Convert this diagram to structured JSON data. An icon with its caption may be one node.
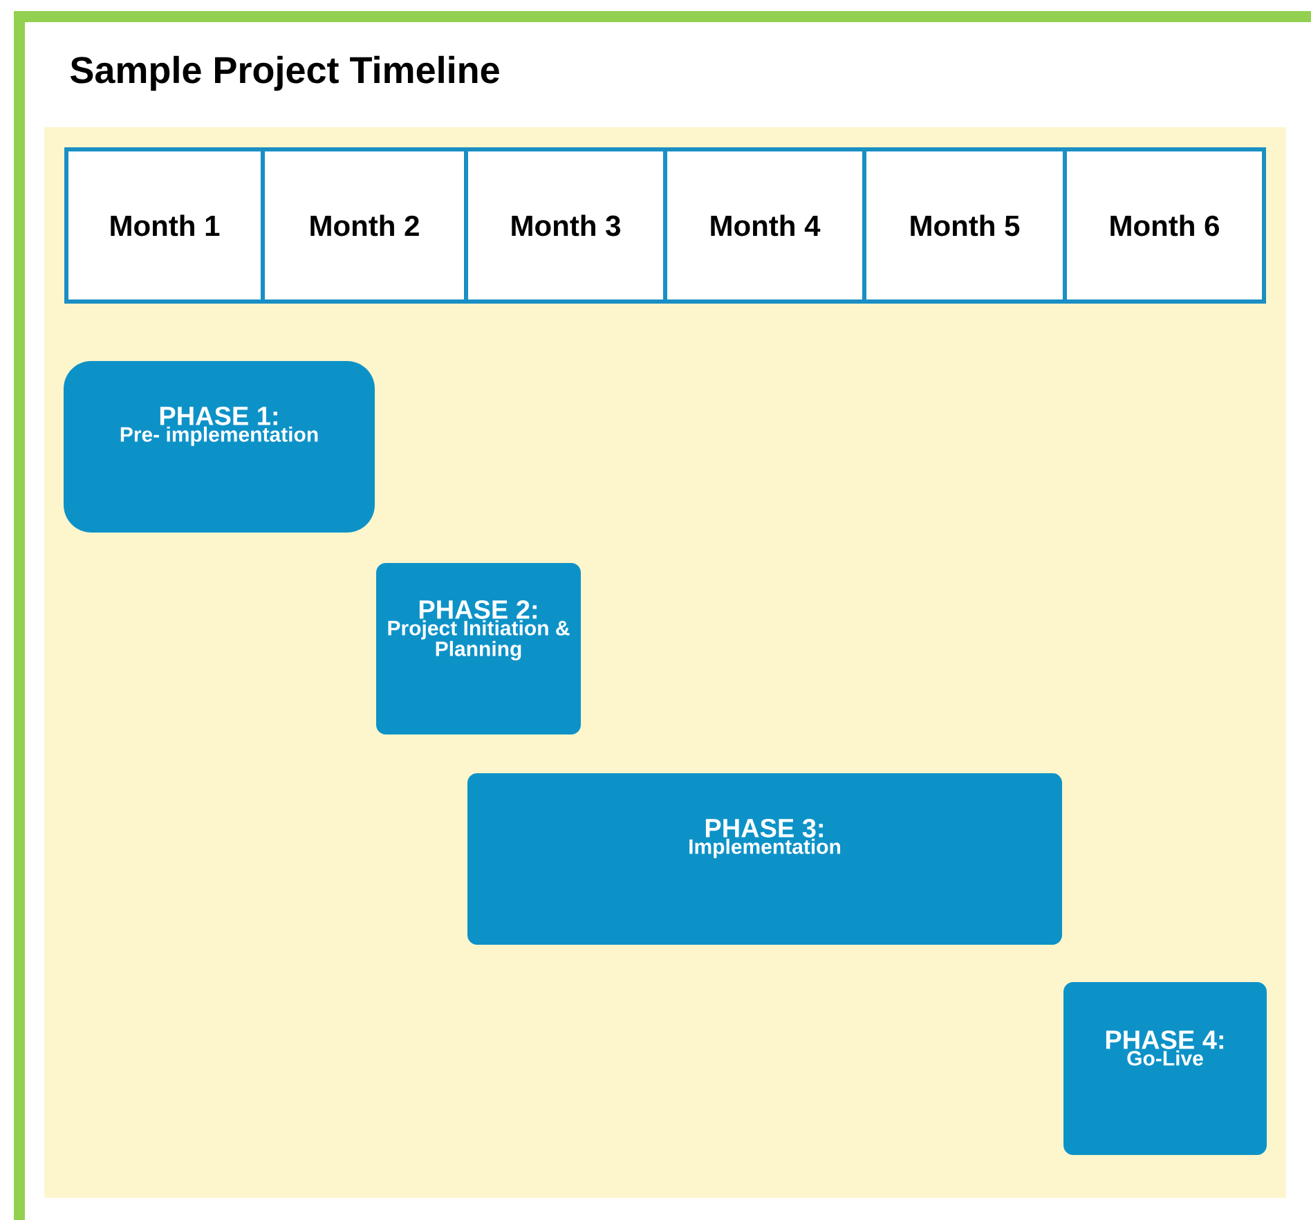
{
  "diagram": {
    "title": "Sample Project Timeline",
    "nodes": [
      {
        "text": [
          "Month 1"
        ]
      },
      {
        "text": [
          "Month 2"
        ]
      },
      {
        "text": [
          "Month 3"
        ]
      },
      {
        "text": [
          "Month 4"
        ]
      },
      {
        "text": [
          "Month 5"
        ]
      },
      {
        "text": [
          "Month 6"
        ]
      },
      {
        "text": [
          "PHASE 1:",
          "Pre- implementation"
        ]
      },
      {
        "text": [
          "PHASE 2:",
          "Project Initiation & Planning"
        ]
      },
      {
        "text": [
          "PHASE 3:",
          "Implementation"
        ]
      },
      {
        "text": [
          "PHASE 4:",
          "Go-Live"
        ]
      }
    ]
  }
}
